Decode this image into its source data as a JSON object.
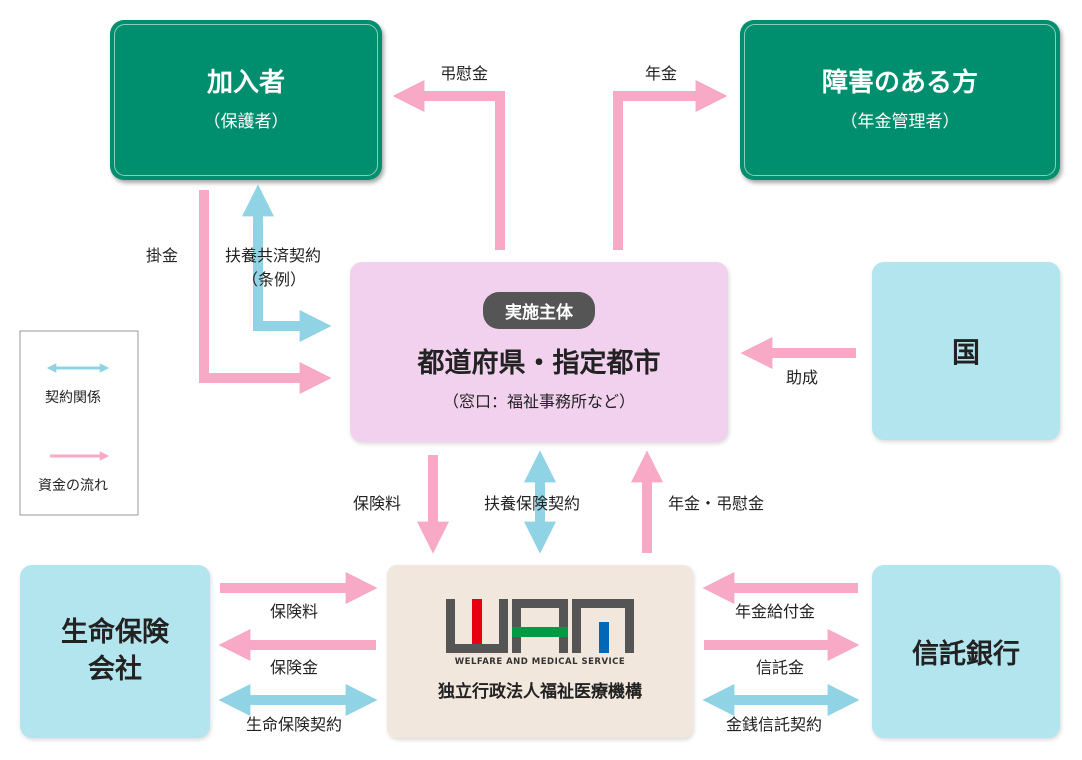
{
  "nodes": {
    "subscriber": {
      "title": "加入者",
      "subtitle": "（保護者）"
    },
    "disabled_person": {
      "title": "障害のある方",
      "subtitle": "（年金管理者）"
    },
    "implementer": {
      "badge": "実施主体",
      "title": "都道府県・指定都市",
      "subtitle": "（窓口：福祉事務所など）"
    },
    "country": {
      "title": "国"
    },
    "insurance_company": {
      "title": "生命保険\n会社"
    },
    "wam": {
      "logo": "WAM",
      "logo_tagline": "WELFARE AND MEDICAL SERVICE",
      "name": "独立行政法人福祉医療機構"
    },
    "trust_bank": {
      "title": "信託銀行"
    }
  },
  "labels": {
    "condolence": "弔慰金",
    "pension_top": "年金",
    "premium_top": "掛金",
    "mutual_aid": "扶養共済契約",
    "ordinance": "（条例）",
    "subsidy": "助成",
    "insurance_fee_mid": "保険料",
    "mutual_insurance": "扶養保険契約",
    "pension_condolence": "年金・弔慰金",
    "insurance_fee_bottom": "保険料",
    "insurance_money": "保険金",
    "life_contract": "生命保険契約",
    "pension_payment": "年金給付金",
    "trust_money": "信託金",
    "money_trust_contract": "金銭信託契約"
  },
  "legend": {
    "contract": "契約関係",
    "funds": "資金の流れ"
  },
  "colors": {
    "green": "#008f6e",
    "cyan": "#b3e5ee",
    "pink": "#f2d1ef",
    "beige": "#f1e7dd",
    "arrow_pink": "#f7a9c6",
    "arrow_blue": "#8fd3e4",
    "badge": "#555555",
    "wam_red": "#e60012",
    "wam_green": "#009944",
    "wam_blue": "#0068b7"
  }
}
